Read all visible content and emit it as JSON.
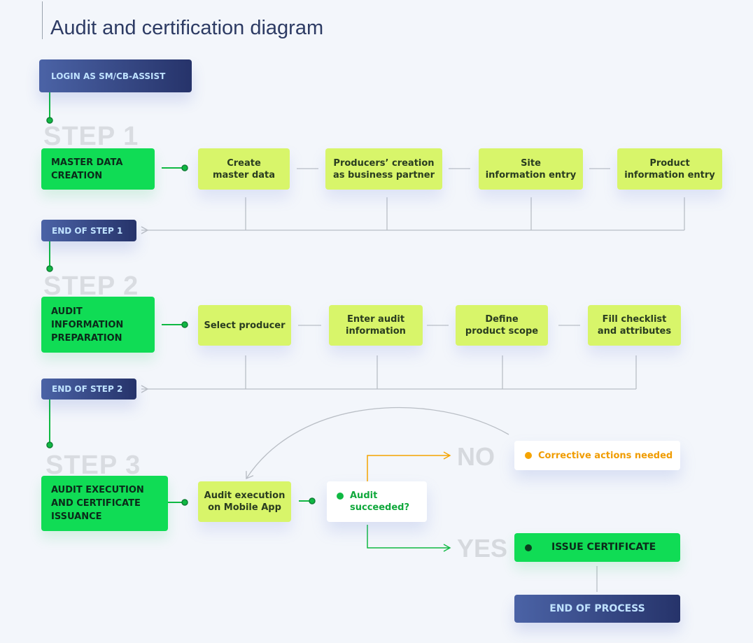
{
  "title": "Audit and certification diagram",
  "login": "LOGIN AS SM/CB-ASSIST",
  "steps": [
    {
      "label": "STEP 1",
      "name_lines": [
        "MASTER DATA",
        "CREATION"
      ],
      "tasks": [
        [
          "Create",
          "master data"
        ],
        [
          "Producers’ creation",
          "as business partner"
        ],
        [
          "Site",
          "information entry"
        ],
        [
          "Product",
          "information entry"
        ]
      ],
      "end": "END OF STEP 1"
    },
    {
      "label": "STEP 2",
      "name_lines": [
        "AUDIT",
        "INFORMATION",
        "PREPARATION"
      ],
      "tasks": [
        [
          "Select producer"
        ],
        [
          "Enter audit",
          "information"
        ],
        [
          "Define",
          "product scope"
        ],
        [
          "Fill checklist",
          "and attributes"
        ]
      ],
      "end": "END OF STEP 2"
    },
    {
      "label": "STEP 3",
      "name_lines": [
        "AUDIT EXECUTION",
        "AND CERTIFICATE",
        "ISSUANCE"
      ],
      "tasks": [
        [
          "Audit execution",
          "on Mobile App"
        ]
      ]
    }
  ],
  "decision_lines": [
    "Audit",
    "succeeded?"
  ],
  "no_label": "NO",
  "yes_label": "YES",
  "corrective": "Corrective actions needed",
  "issue": "ISSUE CERTIFICATE",
  "end_process": "END OF PROCESS",
  "colors": {
    "green_node": "#10dc55",
    "task_node": "#d8f56a",
    "navy_start": "#4b63a6",
    "navy_end": "#26336a",
    "connector_green": "#10b943",
    "connector_orange": "#f5a400",
    "connector_gray": "#b9bec5"
  }
}
